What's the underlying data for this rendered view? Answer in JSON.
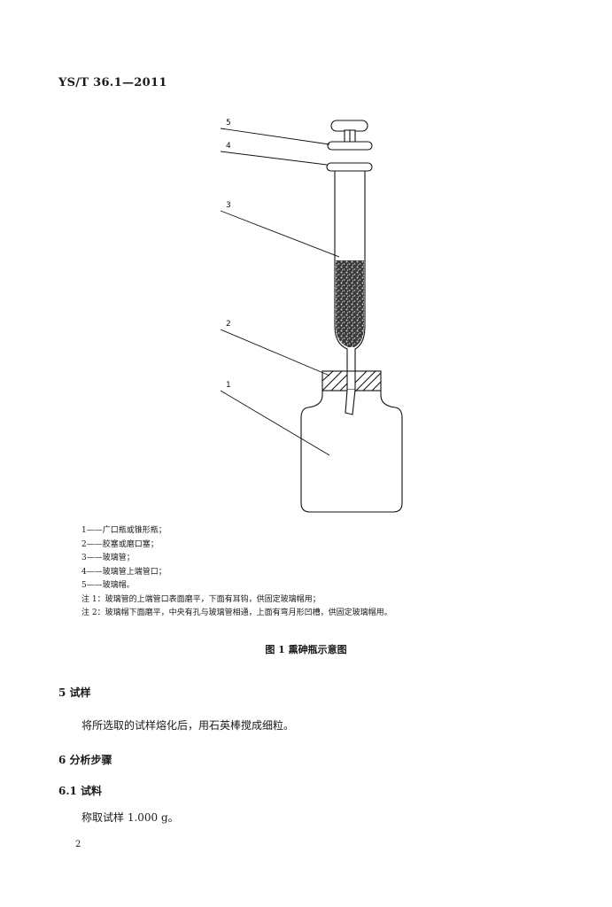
{
  "header": {
    "code": "YS/T 36.1—2011"
  },
  "figure": {
    "callouts": [
      "5",
      "4",
      "3",
      "2",
      "1"
    ],
    "legend": [
      "1——广口瓶或锥形瓶；",
      "2——胶塞或磨口塞；",
      "3——玻璃管；",
      "4——玻璃管上端管口；",
      "5——玻璃帽。"
    ],
    "notes": [
      "注 1：玻璃管的上端管口表面磨平，下面有耳钩，供固定玻璃帽用；",
      "注 2：玻璃帽下面磨平，中央有孔与玻璃管相通，上面有弯月形凹槽，供固定玻璃帽用。"
    ],
    "caption": "图 1   熏砷瓶示意图"
  },
  "sections": {
    "s5": {
      "title": "5   试样",
      "body": "将所选取的试样熔化后，用石英棒搅成细粒。"
    },
    "s6": {
      "title": "6   分析步骤"
    },
    "s61": {
      "title": "6.1   试料",
      "body": "称取试样 1.000 g。"
    }
  },
  "page_number": "2"
}
